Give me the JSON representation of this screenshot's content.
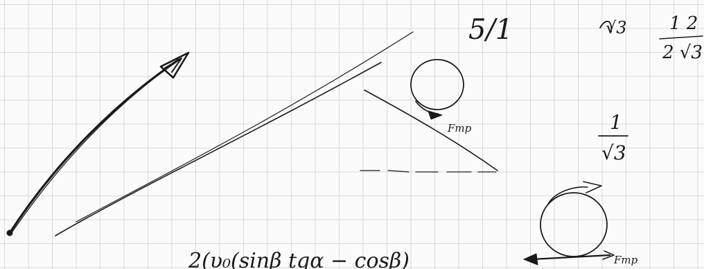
{
  "notes": {
    "top_number": "5/1",
    "fraction_right_top": "1 2",
    "fraction_right_bottom": "2 √3",
    "small_label_left_of_fraction": "√3",
    "fraction_mid_numerator": "1",
    "fraction_mid_denominator": "√3",
    "force_label_upper": "Fтр",
    "force_label_lower": "Fтр",
    "bottom_formula": "2(υ₀(sinβ tgα − cosβ)"
  }
}
